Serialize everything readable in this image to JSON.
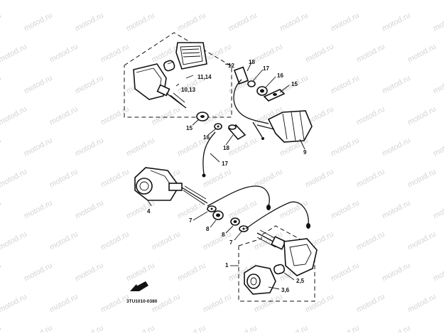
{
  "diagram": {
    "code": "3TU1010-0380",
    "watermark_text": "motod.ru",
    "labels": {
      "l1": "1",
      "l25": "2,5",
      "l36": "3,6",
      "l4": "4",
      "l7a": "7",
      "l7b": "7",
      "l8a": "8",
      "l8b": "8",
      "l9": "9",
      "l1013": "10,13",
      "l1114": "11,14",
      "l12": "12",
      "l15a": "15",
      "l15b": "15",
      "l16a": "16",
      "l16b": "16",
      "l17a": "17",
      "l17b": "17",
      "l18a": "18",
      "l18b": "18"
    }
  }
}
